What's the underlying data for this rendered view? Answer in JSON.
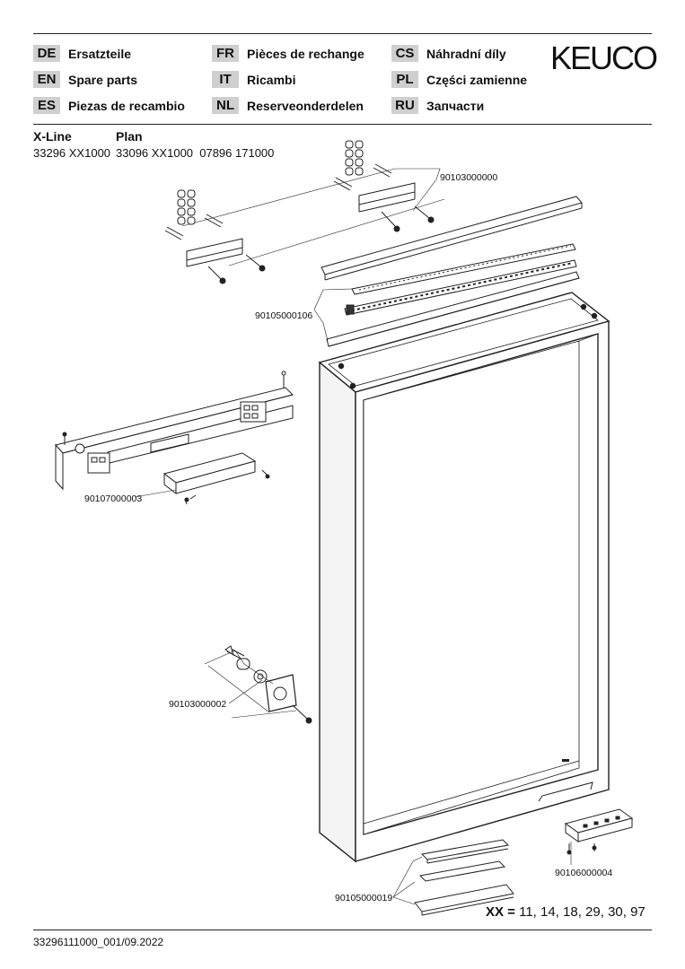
{
  "brand": "KEUCO",
  "languages": [
    {
      "code": "DE",
      "label": "Ersatzteile"
    },
    {
      "code": "EN",
      "label": "Spare parts"
    },
    {
      "code": "ES",
      "label": "Piezas de recambio"
    },
    {
      "code": "FR",
      "label": "Pièces de rechange"
    },
    {
      "code": "IT",
      "label": "Ricambi"
    },
    {
      "code": "NL",
      "label": "Reserveonderdelen"
    },
    {
      "code": "CS",
      "label": "Náhradní díly"
    },
    {
      "code": "PL",
      "label": "Części zamienne"
    },
    {
      "code": "RU",
      "label": "Запчасти"
    }
  ],
  "product_lines": {
    "xline": {
      "name": "X-Line",
      "number": "33296 XX1000"
    },
    "plan": {
      "name": "Plan",
      "numbers": "33096 XX1000  07896 171000"
    }
  },
  "part_numbers": {
    "mount_kit_top": "90103000000",
    "led_strip": "90105000106",
    "electronics": "90107000003",
    "mount_kit_wall": "90103000002",
    "switch_module": "90106000004",
    "profile_bottom": "90105000019"
  },
  "xx_note": {
    "key": "XX =",
    "values": "11, 14, 18, 29, 30, 97"
  },
  "document_number": "33296111000_001/09.2022"
}
